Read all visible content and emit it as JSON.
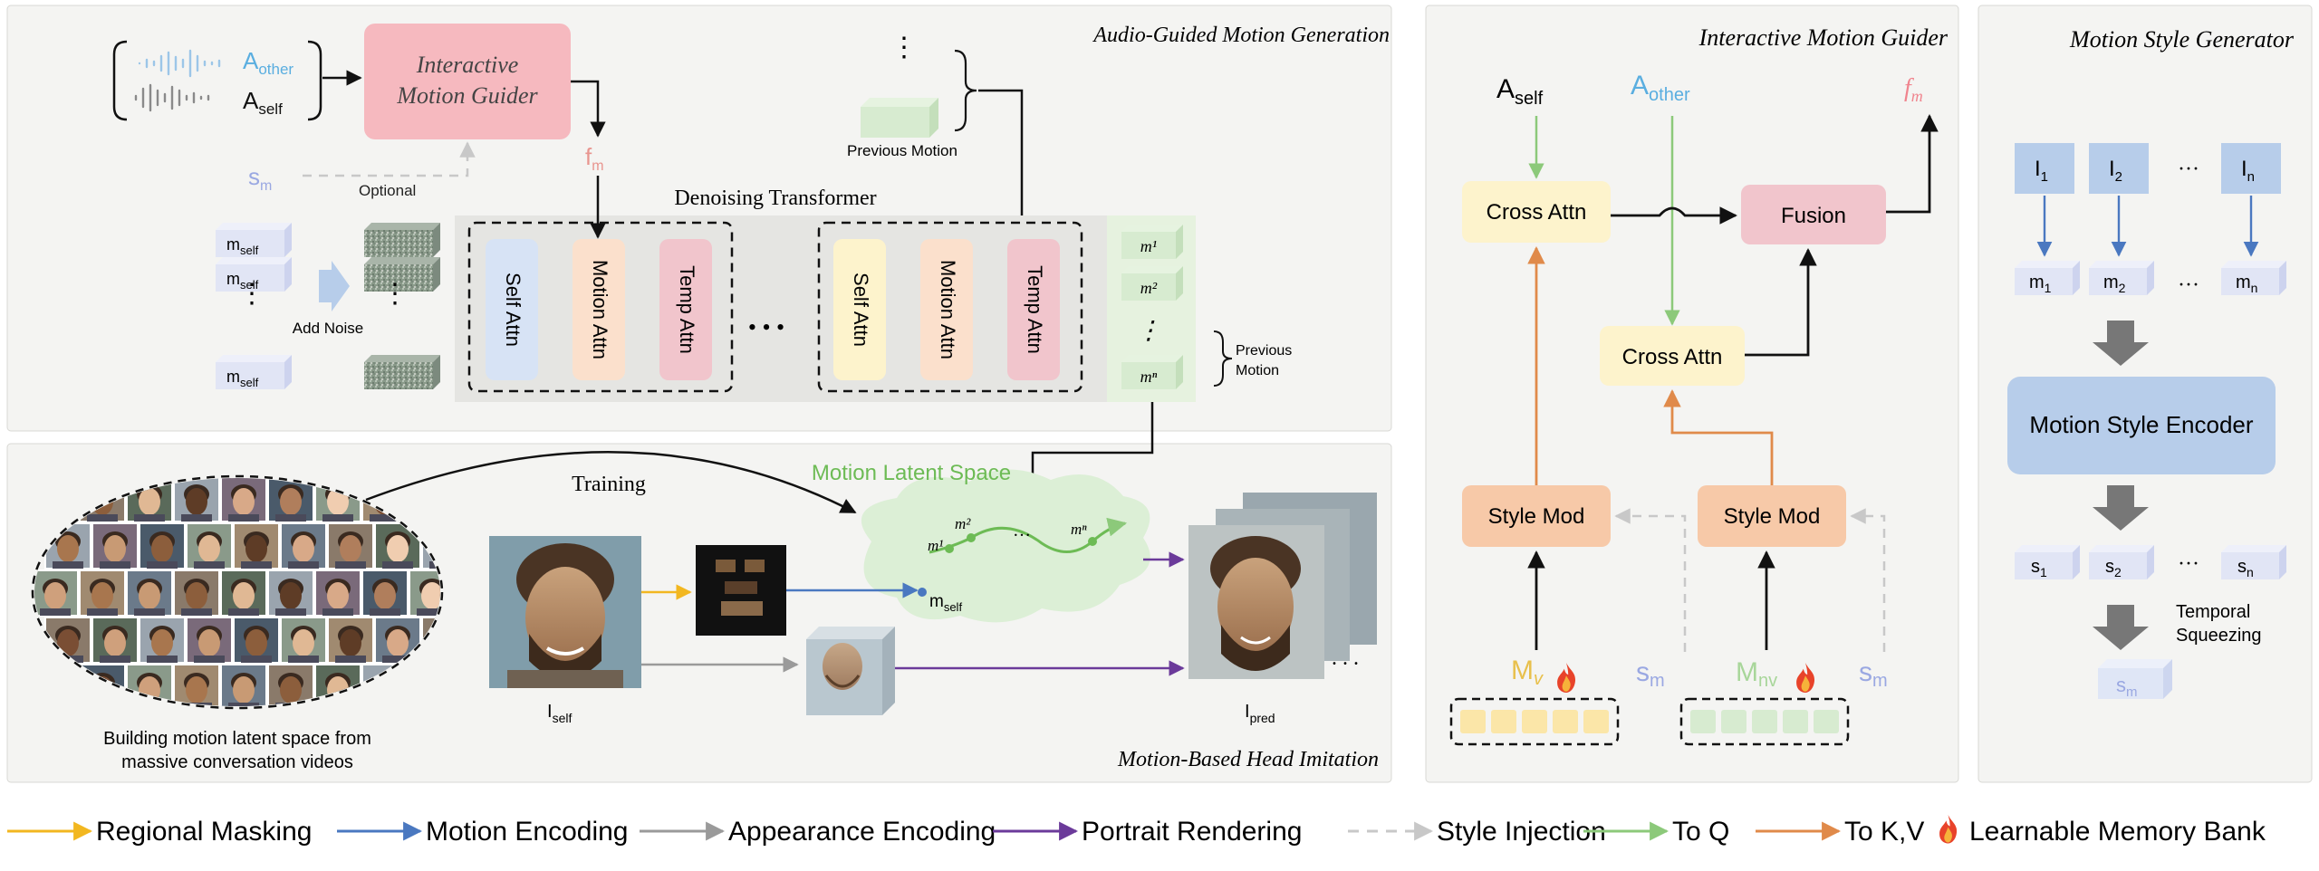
{
  "colors": {
    "regional_masking": "#f2b720",
    "motion_encoding": "#4a78c0",
    "appearance_encoding": "#9a9a9a",
    "portrait_rendering": "#6b3a9a",
    "style_injection": "#c8c8c8",
    "to_q": "#8cc97a",
    "to_kv": "#e08a4a",
    "panel_bg": "#f4f4f2",
    "guider_box": "#f6b9bf",
    "cross_attn": "#fdf3cc",
    "fusion": "#f1c5cc",
    "style_mod": "#f7c9a8",
    "encoder_box": "#b7cdea"
  },
  "top_panel": {
    "title": "Audio-Guided Motion Generation",
    "a_other_sym": "A",
    "a_other_sub": "other",
    "a_self_sym": "A",
    "a_self_sub": "self",
    "guider_line1": "Interactive",
    "guider_line2": "Motion Guider",
    "fm_sym": "f",
    "fm_sub": "m",
    "sm_sym": "s",
    "sm_sub": "m",
    "optional": "Optional",
    "previous_motion_top": "Previous Motion",
    "denoising_title": "Denoising Transformer",
    "m_self_sym": "m",
    "m_self_sub": "self",
    "vdots": "⋮",
    "add_noise": "Add Noise",
    "attn_blocks": [
      "Self Attn",
      "Motion Attn",
      "Temp Attn",
      "Self Attn",
      "Motion Attn",
      "Temp Attn"
    ],
    "ellipsis": "• • •",
    "m_tokens": [
      "m¹",
      "m²",
      "⋮",
      "mⁿ"
    ],
    "previous_motion_right_1": "Previous",
    "previous_motion_right_2": "Motion"
  },
  "bottom_panel": {
    "title": "Motion-Based Head Imitation",
    "training": "Training",
    "latent_space": "Motion Latent Space",
    "latent_points": [
      "m¹",
      "m²",
      "…",
      "mⁿ"
    ],
    "m_self_sym": "m",
    "m_self_sub": "self",
    "caption_line1": "Building motion latent space from",
    "caption_line2": "massive conversation videos",
    "i_self_sym": "I",
    "i_self_sub": "self",
    "i_pred_sym": "I",
    "i_pred_sub": "pred",
    "dots": ". . ."
  },
  "guider_panel": {
    "title": "Interactive Motion Guider",
    "a_self_sym": "A",
    "a_self_sub": "self",
    "a_other_sym": "A",
    "a_other_sub": "other",
    "fm_sym": "f",
    "fm_sub": "m",
    "cross_attn_1": "Cross Attn",
    "fusion": "Fusion",
    "cross_attn_2": "Cross Attn",
    "style_mod_1": "Style Mod",
    "style_mod_2": "Style Mod",
    "mv_sym": "M",
    "mv_sub": "v",
    "mnv_sym": "M",
    "mnv_sub": "nv",
    "sm_sym": "s",
    "sm_sub": "m"
  },
  "style_panel": {
    "title": "Motion Style Generator",
    "images": [
      {
        "sym": "I",
        "sub": "1"
      },
      {
        "sym": "I",
        "sub": "2"
      },
      {
        "sym": "I",
        "sub": "n"
      }
    ],
    "motions": [
      {
        "sym": "m",
        "sub": "1"
      },
      {
        "sym": "m",
        "sub": "2"
      },
      {
        "sym": "m",
        "sub": "n"
      }
    ],
    "styles": [
      {
        "sym": "s",
        "sub": "1"
      },
      {
        "sym": "s",
        "sub": "2"
      },
      {
        "sym": "s",
        "sub": "n"
      }
    ],
    "dots": "···",
    "encoder": "Motion Style Encoder",
    "temporal_1": "Temporal",
    "temporal_2": "Squeezing",
    "sm_sym": "s",
    "sm_sub": "m"
  },
  "legend": [
    {
      "label": "Regional Masking",
      "color": "#f2b720",
      "dashed": false
    },
    {
      "label": "Motion Encoding",
      "color": "#4a78c0",
      "dashed": false
    },
    {
      "label": "Appearance Encoding",
      "color": "#9a9a9a",
      "dashed": false
    },
    {
      "label": "Portrait Rendering",
      "color": "#6b3a9a",
      "dashed": false
    },
    {
      "label": "Style Injection",
      "color": "#c8c8c8",
      "dashed": true
    },
    {
      "label": "To Q",
      "color": "#8cc97a",
      "dashed": false
    },
    {
      "label": "To K,V",
      "color": "#e08a4a",
      "dashed": false
    },
    {
      "label": "Learnable Memory Bank",
      "icon": "fire-icon"
    }
  ]
}
